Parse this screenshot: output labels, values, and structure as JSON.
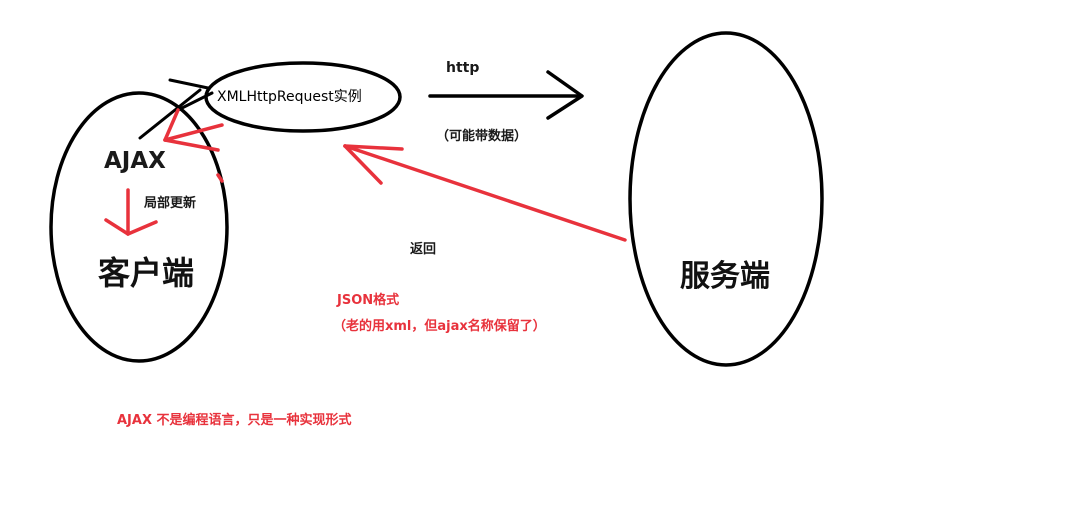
{
  "client": {
    "title": "客户端",
    "ajax_label": "AJAX",
    "partial_update": "局部更新"
  },
  "xhr": {
    "label": "XMLHttpRequest实例"
  },
  "request": {
    "protocol": "http",
    "note": "（可能带数据）"
  },
  "server": {
    "title": "服务端"
  },
  "response": {
    "label": "返回",
    "format": "JSON格式",
    "format_note": "（老的用xml，但ajax名称保留了）"
  },
  "footnote": "AJAX 不是编程语言，只是一种实现形式",
  "colors": {
    "ink": "#000000",
    "annotation": "#e8323c"
  }
}
